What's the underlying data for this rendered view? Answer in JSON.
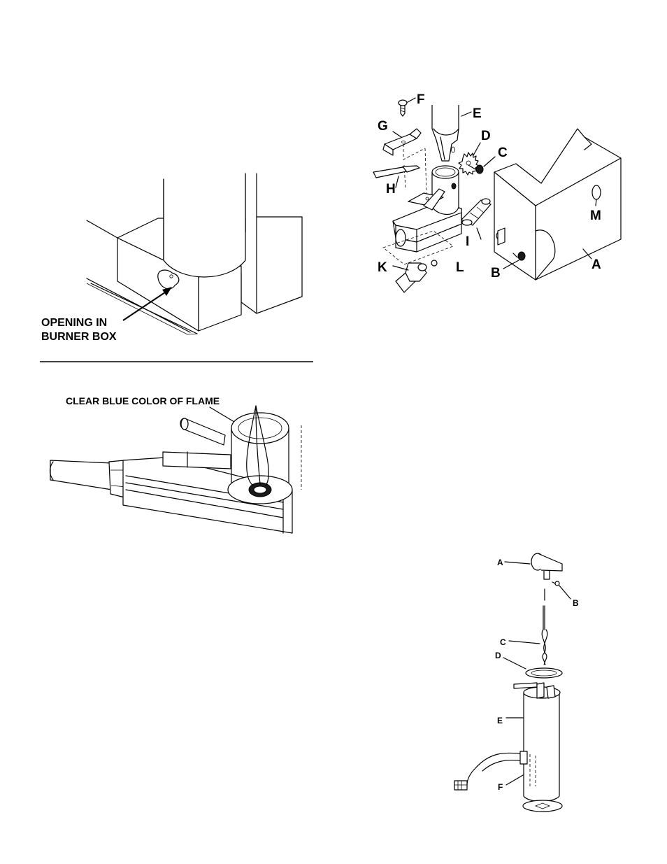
{
  "burner_box_figure": {
    "caption_line1": "OPENING IN",
    "caption_line2": "BURNER BOX"
  },
  "flame_figure": {
    "caption": "CLEAR BLUE COLOR OF FLAME"
  },
  "exploded_burner_figure": {
    "labels": {
      "A": "A",
      "B": "B",
      "C": "C",
      "D": "D",
      "E": "E",
      "F": "F",
      "G": "G",
      "H": "H",
      "I": "I",
      "K": "K",
      "L": "L",
      "M": "M"
    }
  },
  "anode_figure": {
    "labels": {
      "A": "A",
      "B": "B",
      "C": "C",
      "D": "D",
      "E": "E",
      "F": "F"
    }
  }
}
